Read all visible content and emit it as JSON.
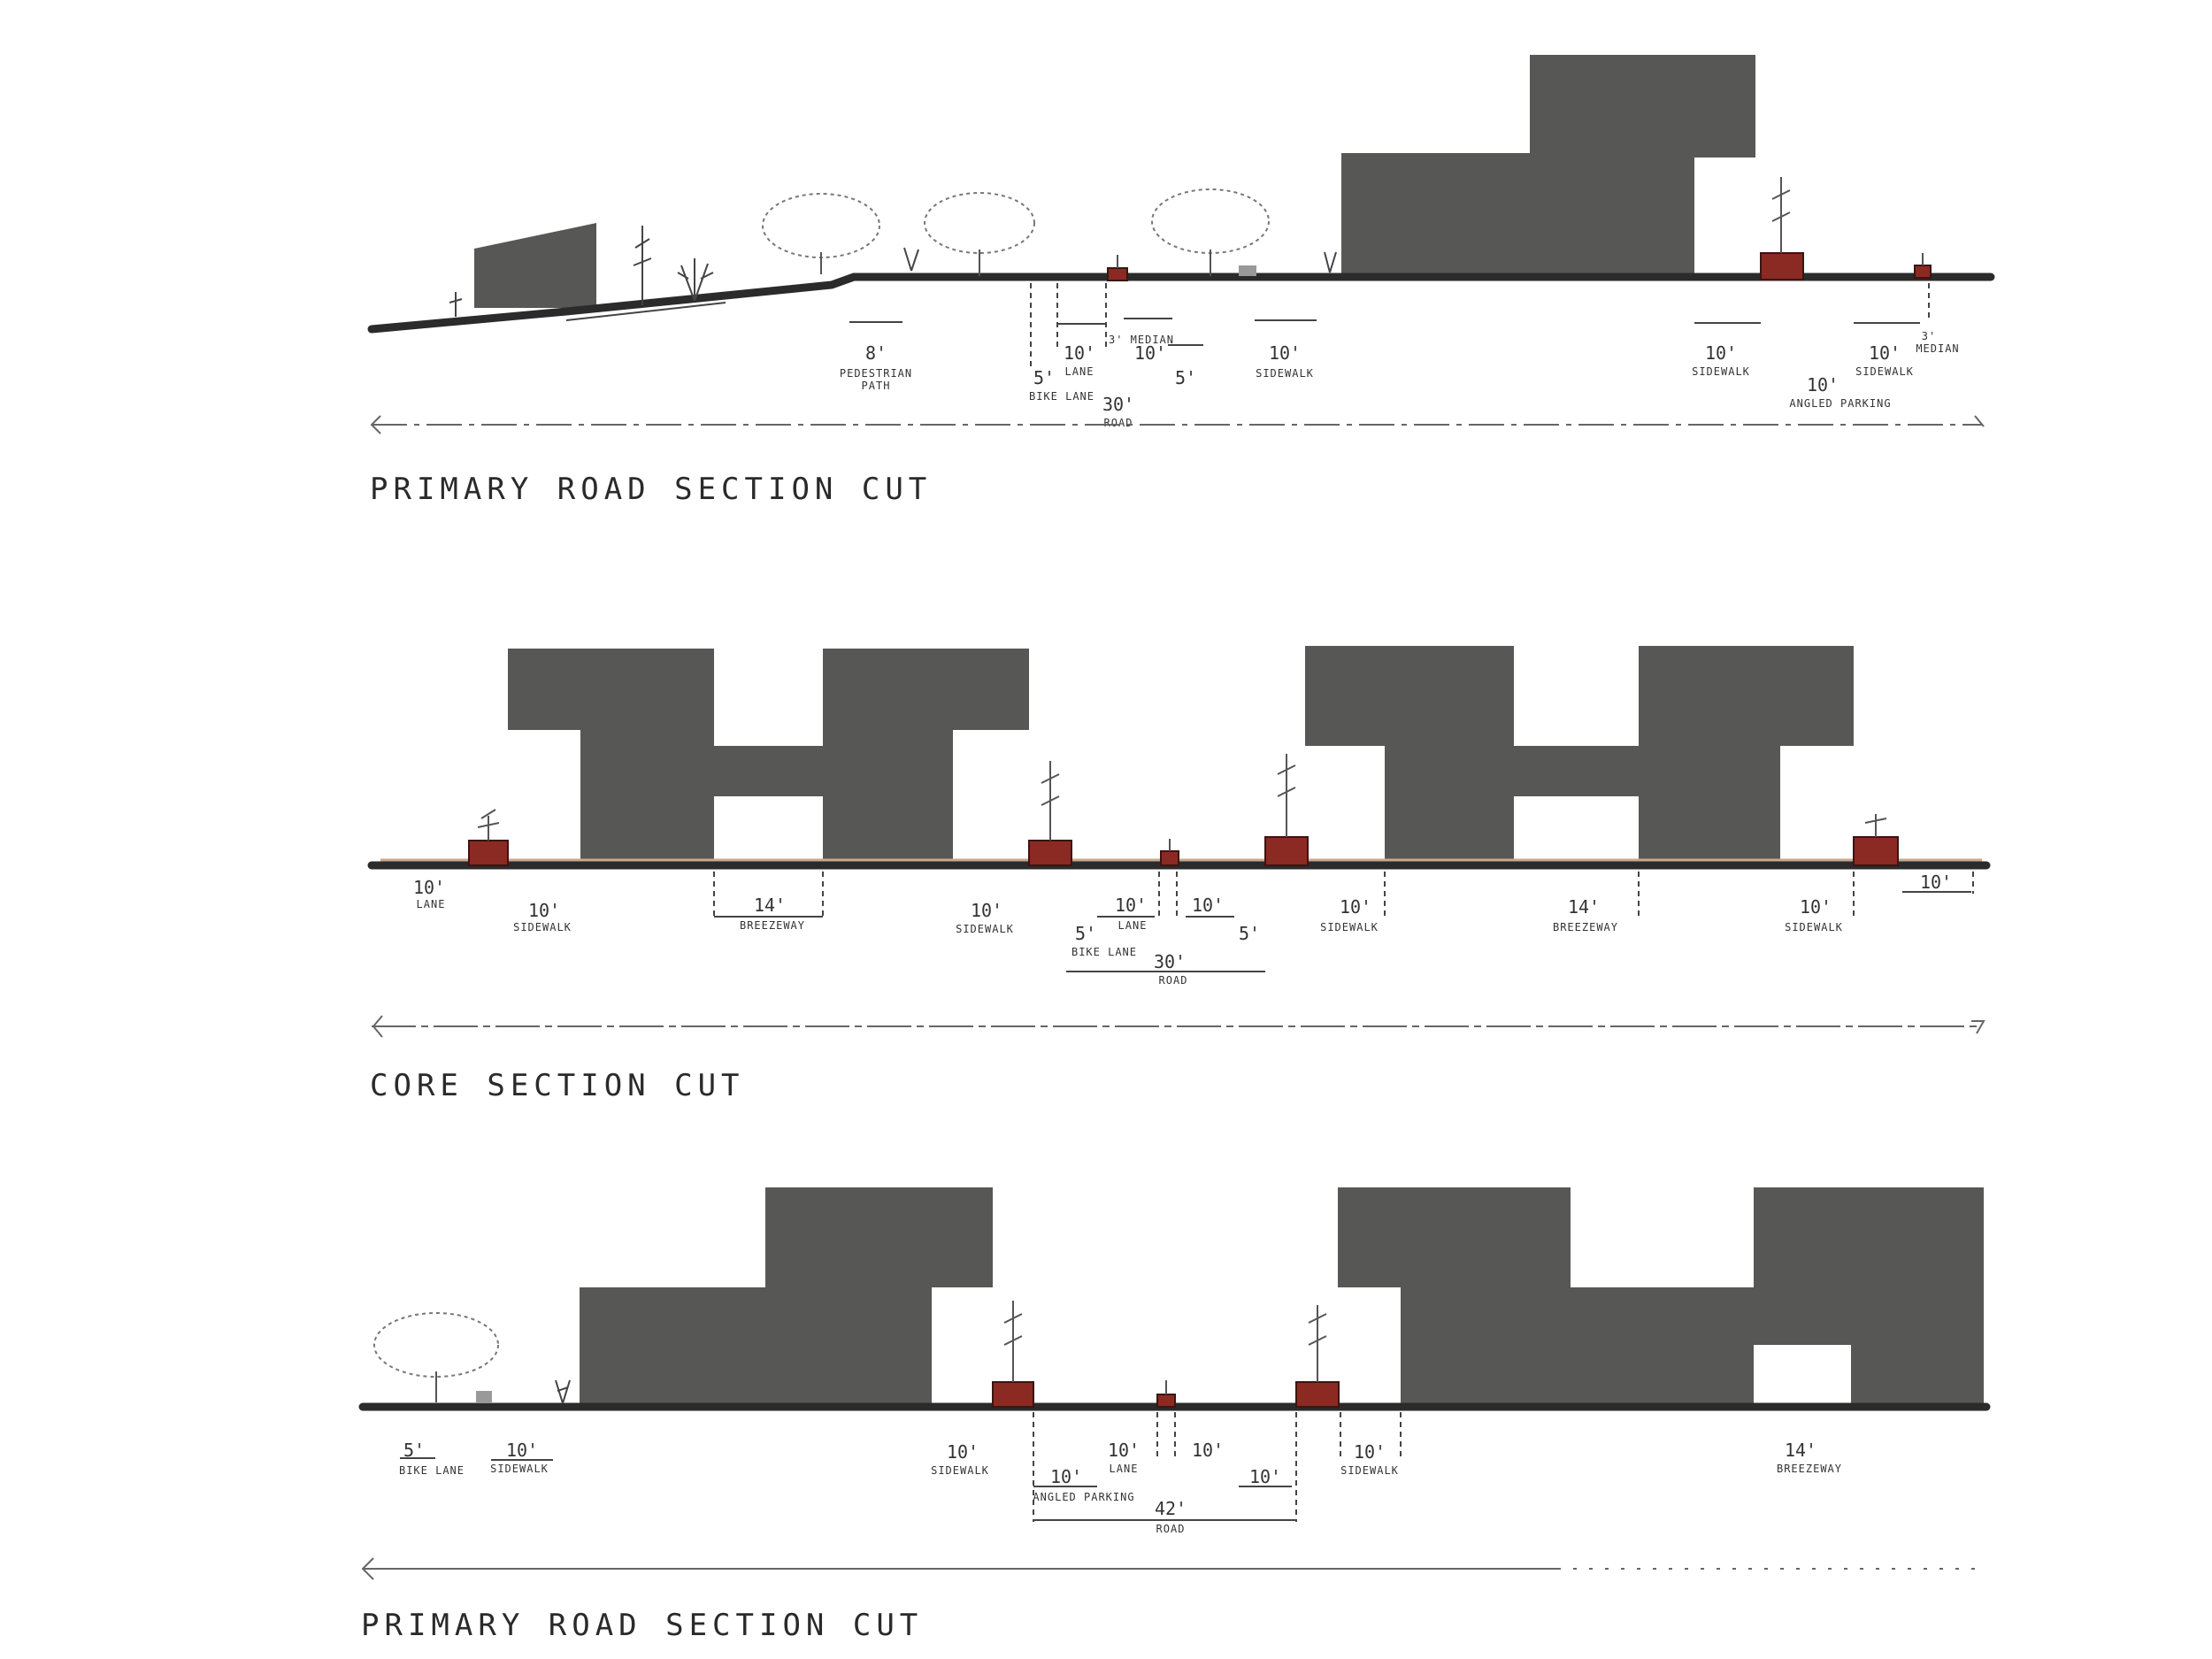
{
  "sections": [
    {
      "title": "PRIMARY ROAD SECTION CUT",
      "dims": [
        {
          "big": "8'",
          "small": [
            "PEDESTRIAN",
            "PATH"
          ]
        },
        {
          "big": "10'",
          "small": [
            "LANE"
          ]
        },
        {
          "big": "3' MEDIAN",
          "small": []
        },
        {
          "big": "10'",
          "small": []
        },
        {
          "big": "5'",
          "small": [
            "BIKE LANE"
          ]
        },
        {
          "big": "5'",
          "small": []
        },
        {
          "big": "30'",
          "small": [
            "ROAD"
          ]
        },
        {
          "big": "10'",
          "small": [
            "SIDEWALK"
          ]
        },
        {
          "big": "10'",
          "small": [
            "SIDEWALK"
          ]
        },
        {
          "big": "10'",
          "small": [
            "SIDEWALK"
          ]
        },
        {
          "big": "3'",
          "small": [
            "MEDIAN"
          ]
        },
        {
          "big": "10'",
          "small": [
            "ANGLED PARKING"
          ]
        }
      ]
    },
    {
      "title": "CORE SECTION CUT",
      "dims": [
        {
          "big": "10'",
          "small": [
            "LANE"
          ]
        },
        {
          "big": "10'",
          "small": [
            "SIDEWALK"
          ]
        },
        {
          "big": "14'",
          "small": [
            "BREEZEWAY"
          ]
        },
        {
          "big": "10'",
          "small": [
            "SIDEWALK"
          ]
        },
        {
          "big": "10'",
          "small": [
            "LANE"
          ]
        },
        {
          "big": "10'",
          "small": []
        },
        {
          "big": "5'",
          "small": [
            "BIKE LANE"
          ]
        },
        {
          "big": "5'",
          "small": []
        },
        {
          "big": "30'",
          "small": [
            "ROAD"
          ]
        },
        {
          "big": "10'",
          "small": [
            "SIDEWALK"
          ]
        },
        {
          "big": "14'",
          "small": [
            "BREEZEWAY"
          ]
        },
        {
          "big": "10'",
          "small": [
            "SIDEWALK"
          ]
        },
        {
          "big": "10'",
          "small": []
        }
      ]
    },
    {
      "title": "PRIMARY ROAD SECTION CUT",
      "dims": [
        {
          "big": "5'",
          "small": [
            "BIKE LANE"
          ]
        },
        {
          "big": "10'",
          "small": [
            "SIDEWALK"
          ]
        },
        {
          "big": "10'",
          "small": [
            "SIDEWALK"
          ]
        },
        {
          "big": "10'",
          "small": [
            "LANE"
          ]
        },
        {
          "big": "10'",
          "small": []
        },
        {
          "big": "10'",
          "small": [
            "ANGLED PARKING"
          ]
        },
        {
          "big": "10'",
          "small": []
        },
        {
          "big": "42'",
          "small": [
            "ROAD"
          ]
        },
        {
          "big": "10'",
          "small": [
            "SIDEWALK"
          ]
        },
        {
          "big": "14'",
          "small": [
            "BREEZEWAY"
          ]
        }
      ]
    }
  ],
  "colors": {
    "building": "#575756",
    "planter": "#8b2a22",
    "ground": "#2b2b2b"
  }
}
